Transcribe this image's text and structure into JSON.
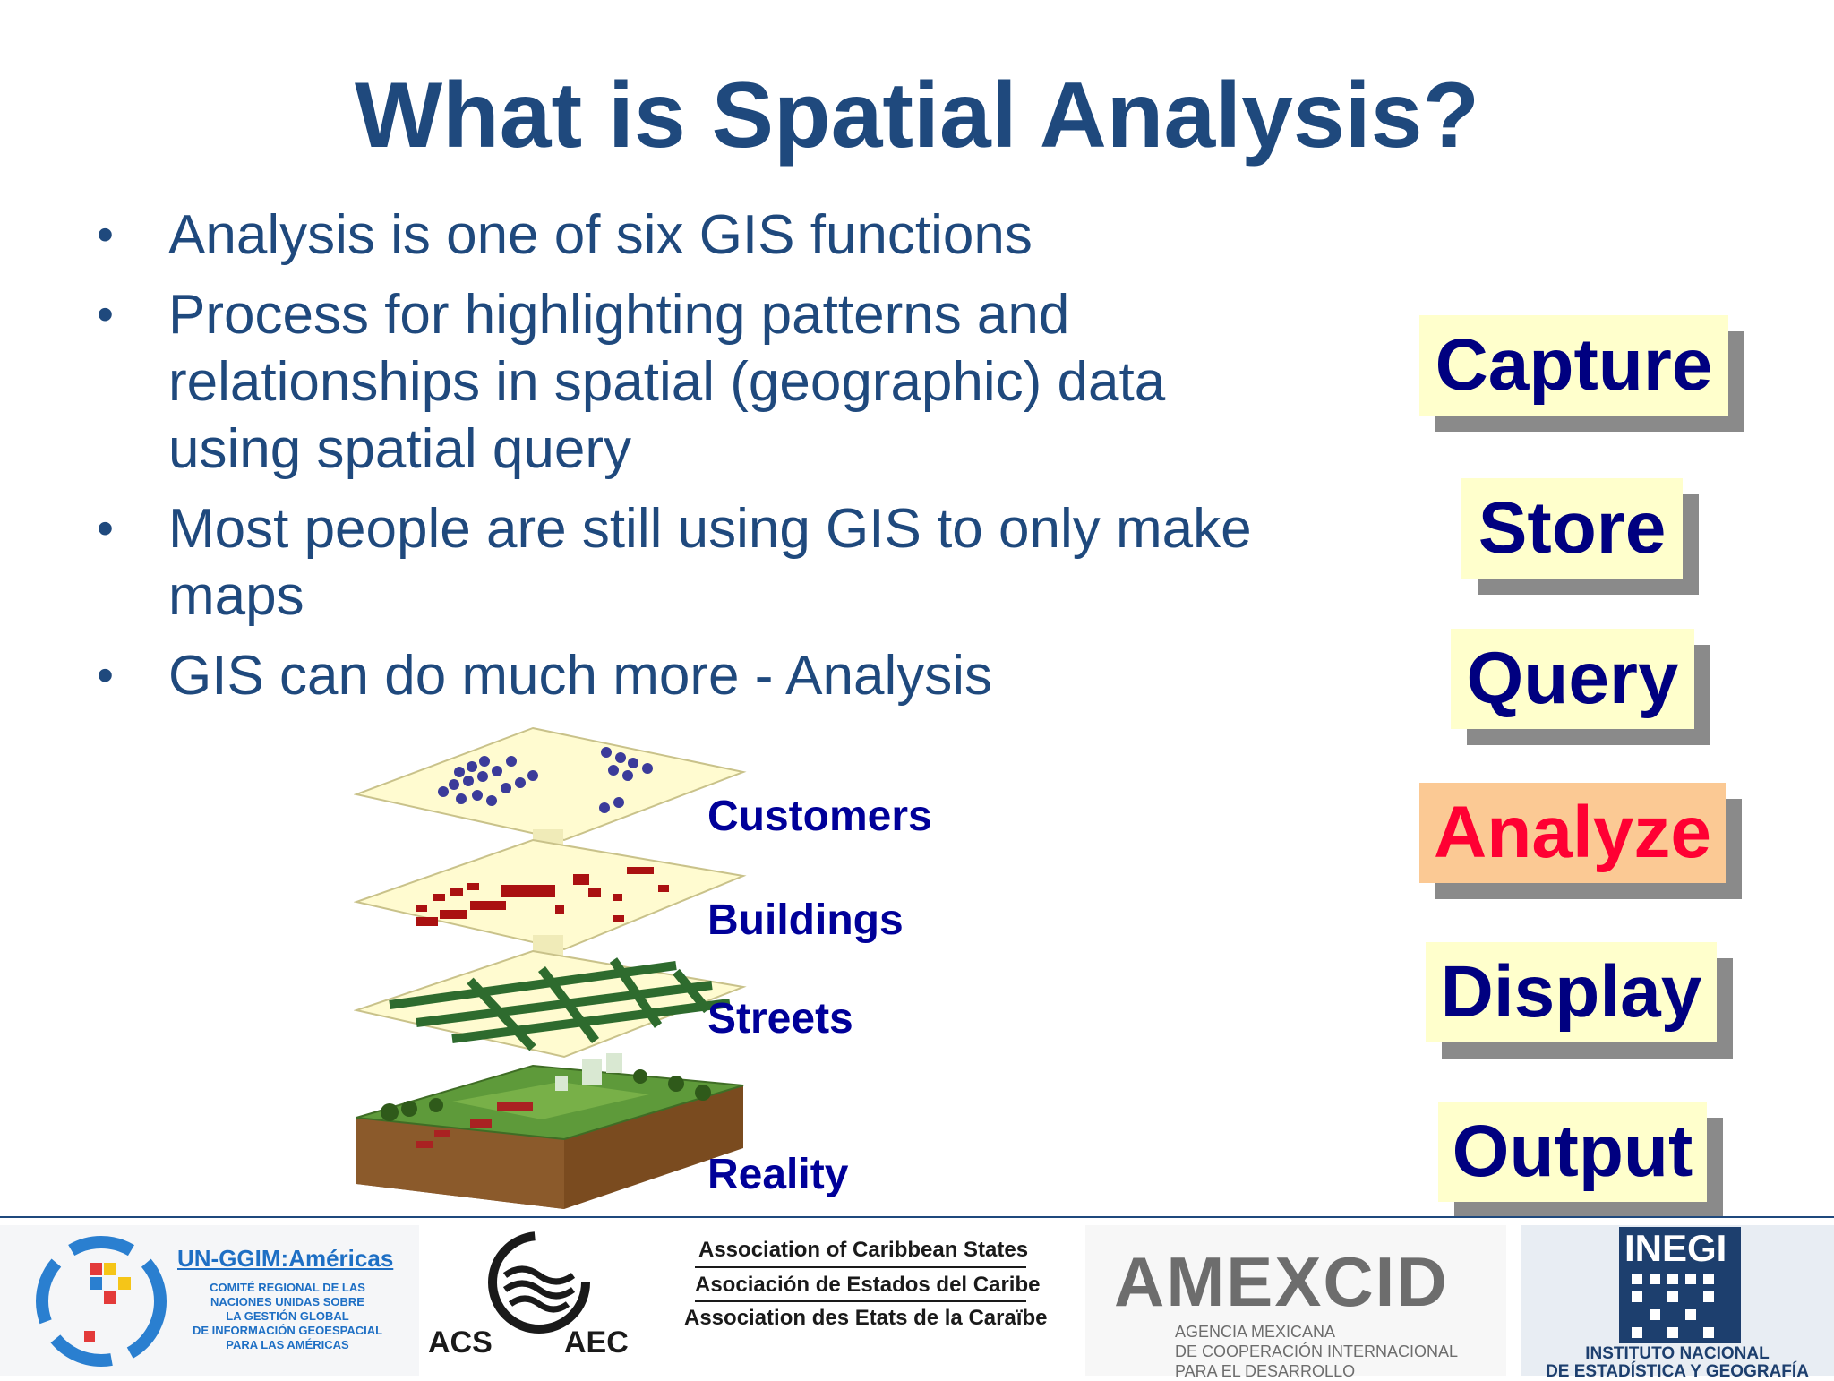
{
  "title": "What is Spatial Analysis?",
  "bullets": [
    {
      "text": "Analysis is one of six GIS functions"
    },
    {
      "lines": [
        "Process for highlighting patterns and",
        "relationships in spatial (geographic) data",
        "using spatial query"
      ]
    },
    {
      "lines": [
        "Most people are still using GIS to only make",
        "maps"
      ]
    },
    {
      "text": "GIS can do much more - Analysis"
    }
  ],
  "bullet_symbol": "•",
  "functions": {
    "capture": "Capture",
    "store": "Store",
    "query": "Query",
    "analyze": "Analyze",
    "display": "Display",
    "output": "Output"
  },
  "layers": {
    "customers": "Customers",
    "buildings": "Buildings",
    "streets": "Streets",
    "reality": "Reality"
  },
  "footer": {
    "unggim": {
      "name": "UN-GGIM:Américas",
      "lines": [
        "COMITÉ REGIONAL DE LAS",
        "NACIONES UNIDAS SOBRE",
        "LA GESTIÓN GLOBAL",
        "DE INFORMACIÓN GEOESPACIAL",
        "PARA LAS AMÉRICAS"
      ]
    },
    "acs": {
      "left": "ACS",
      "right": "AEC"
    },
    "caribbean": {
      "en": "Association of Caribbean States",
      "es": "Asociación de Estados del Caribe",
      "fr": "Association des Etats de  la Caraïbe"
    },
    "amexcid": {
      "name": "AMEXCID",
      "lines": [
        "AGENCIA MEXICANA",
        "DE COOPERACIÓN INTERNACIONAL",
        "PARA EL DESARROLLO"
      ]
    },
    "inegi": {
      "name": "INEGI",
      "lines": [
        "INSTITUTO NACIONAL",
        "DE ESTADÍSTICA Y GEOGRAFÍA"
      ]
    }
  },
  "colors": {
    "title": "#1f497d",
    "box_fill": "#ffffcc",
    "box_text": "#000080",
    "active_fill": "#fbc994",
    "active_text": "#ff0033",
    "layer_label": "#000099"
  }
}
